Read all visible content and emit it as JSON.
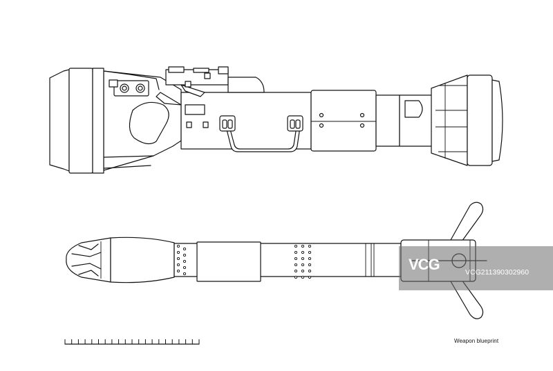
{
  "caption": "Weapon blueprint",
  "watermark": {
    "logo_text": "VCG",
    "id_text": "VCG211390302960"
  },
  "scale_bar": {
    "tick_count": 20
  },
  "colors": {
    "line": "#111111",
    "background": "#ffffff",
    "watermark": "#6e6e6e"
  }
}
